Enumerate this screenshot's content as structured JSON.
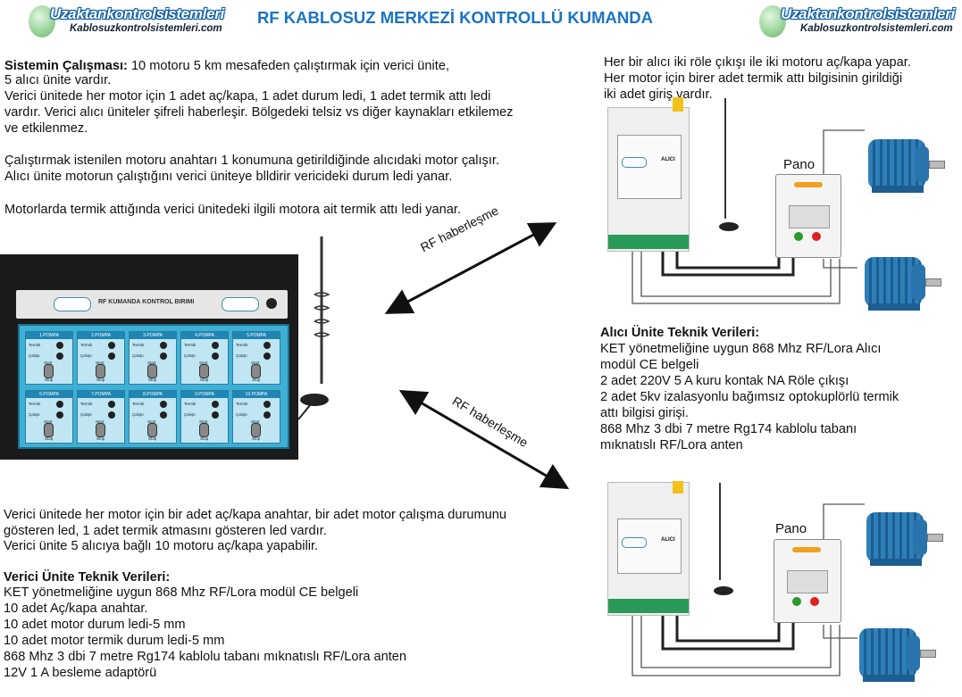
{
  "logo": {
    "line1": "Uzaktankontrolsistemleri",
    "line2": "Kablosuzkontrolsistemleri.com"
  },
  "title": "RF KABLOSUZ MERKEZİ KONTROLLÜ KUMANDA",
  "intro": {
    "heading": "Sistemin Çalışması:",
    "heading_tail": " 10 motoru 5 km mesafeden çalıştırmak için verici ünite,",
    "lines": [
      "5 alıcı ünite vardır.",
      "Verici ünitede her motor için 1 adet aç/kapa, 1 adet durum ledi, 1 adet termik attı ledi",
      "vardır. Verici alıcı üniteler şifreli haberleşir. Bölgedeki telsiz vs diğer kaynakları etkilemez",
      "ve etkilenmez."
    ],
    "para2": [
      "Çalıştırmak istenilen motoru anahtarı 1 konumuna getirildiğinde alıcıdaki motor çalışır.",
      "Alıcı ünite motorun çalıştığını verici üniteye blldirir vericideki durum ledi yanar."
    ],
    "para3": "Motorlarda termik attığında verici ünitedeki ilgili motora ait termik attı ledi yanar."
  },
  "right_top": [
    "Her bir alıcı iki röle çıkışı ile iki motoru aç/kapa yapar.",
    " Her motor için birer adet termik attı bilgisinin girildiği",
    "iki adet giriş vardır."
  ],
  "rf_label": "RF haberleşme",
  "pano_label": "Pano",
  "transmitter": {
    "panel_title": "RF KUMANDA KONTROL BIRIMI",
    "pumps": [
      "1.POMPA",
      "2.POMPA",
      "3.POMPA",
      "4.POMPA",
      "5.POMPA",
      "6.POMPA",
      "7.POMPA",
      "8.POMPA",
      "9.POMPA",
      "10.POMPA"
    ],
    "termik": "Termik",
    "calisti": "Çalıştı",
    "start": "Start",
    "stop": "Stop"
  },
  "receiver": {
    "label": "ALICI"
  },
  "rx_specs": {
    "heading": "Alıcı Ünite Teknik Verileri:",
    "lines": [
      "KET yönetmeliğine uygun  868 Mhz  RF/Lora Alıcı",
      "modül CE belgeli",
      "2 adet 220V 5 A kuru kontak NA Röle çıkışı",
      "2 adet 5kv izalasyonlu bağımsız optokuplörlü termik",
      "attı bilgisi girişi.",
      "868 Mhz 3 dbi 7 metre Rg174 kablolu tabanı",
      "mıknatıslı RF/Lora anten"
    ]
  },
  "tx_desc": [
    "Verici ünitede her motor için bir adet aç/kapa anahtar, bir adet motor çalışma durumunu",
    "gösteren led, 1 adet termik atmasını gösteren led vardır.",
    "Verici ünite 5 alıcıya bağlı 10 motoru aç/kapa yapabilir."
  ],
  "tx_specs": {
    "heading": "Verici Ünite Teknik Verileri:",
    "lines": [
      "KET yönetmeliğine uygun  868 Mhz  RF/Lora modül CE belgeli",
      "10 adet Aç/kapa anahtar.",
      "10 adet motor durum ledi-5 mm",
      "10 adet motor termik durum ledi-5 mm",
      "868 Mhz 3 dbi 7 metre Rg174 kablolu tabanı mıknatıslı RF/Lora anten",
      "12V 1 A  besleme adaptörü"
    ]
  }
}
